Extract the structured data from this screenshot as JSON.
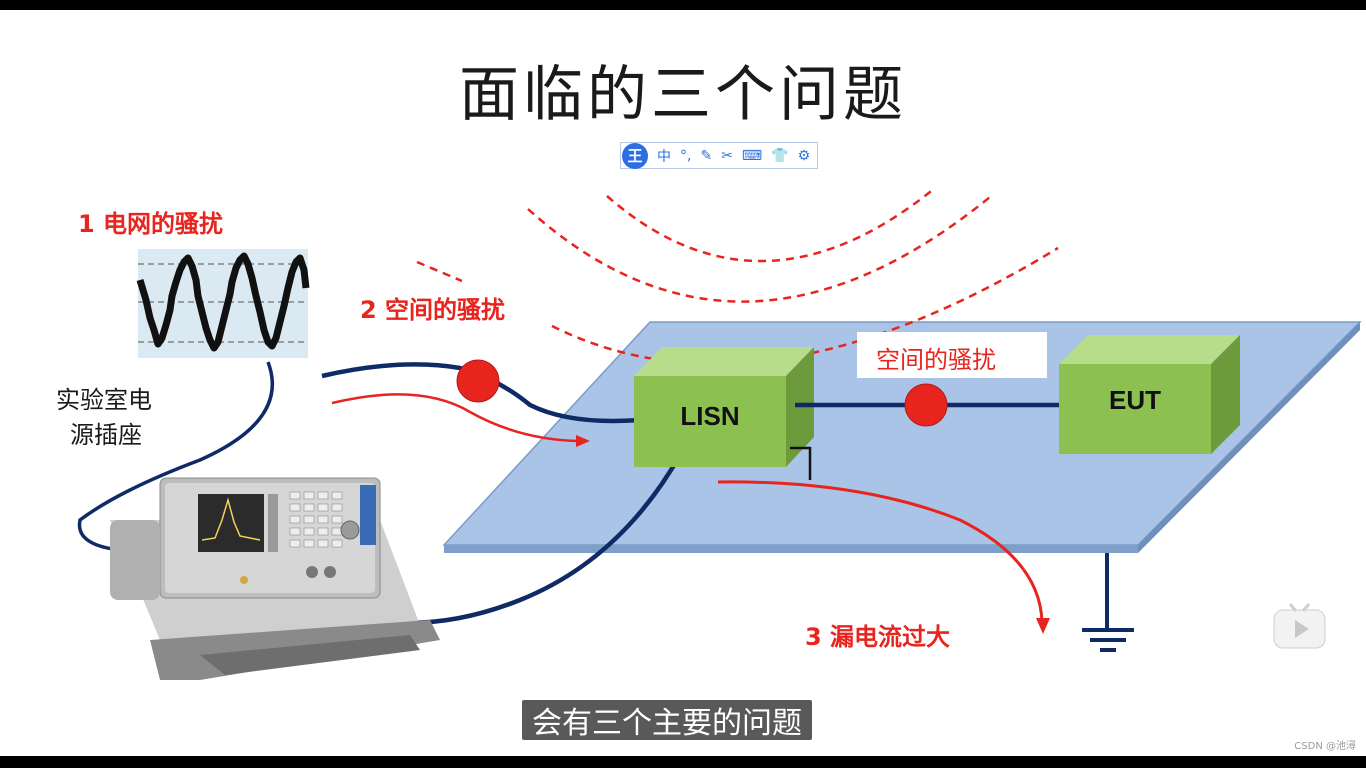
{
  "slide": {
    "title": "面临的三个问题"
  },
  "ime_toolbar": {
    "logo": "王",
    "items": [
      "中",
      "°,",
      "✎",
      "✂",
      "⌨",
      "👕",
      "⚙"
    ]
  },
  "labels": {
    "grid_disturbance": "1 电网的骚扰",
    "space_disturbance": "2 空间的骚扰",
    "space_disturbance_box": "空间的骚扰",
    "socket_line1": "实验室电",
    "socket_line2": "源插座",
    "leakage": "3 漏电流过大"
  },
  "devices": {
    "lisn": "LISN",
    "eut": "EUT"
  },
  "subtitle": "会有三个主要的问题",
  "watermark": "CSDN @池潯",
  "colors": {
    "red": "#e8241e",
    "navy": "#0f2b66",
    "green": "#8cc152",
    "plate": "#a9c4e6"
  }
}
